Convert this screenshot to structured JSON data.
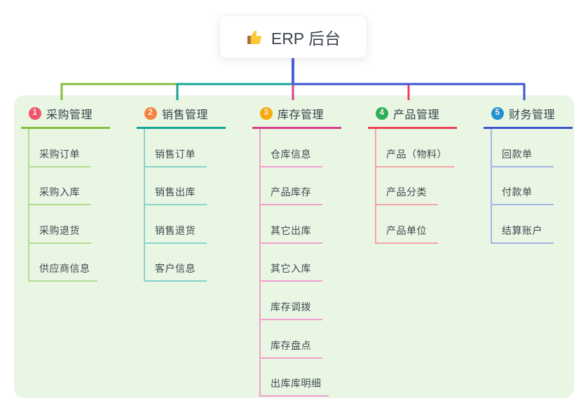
{
  "root": {
    "title": "ERP 后台",
    "icon": "thumbs-up",
    "stem_color": "#4a5fd8"
  },
  "panel": {
    "background": "#e9f6e3"
  },
  "branches": [
    {
      "num": "1",
      "label": "采购管理",
      "badge_color": "#f2556a",
      "line_color": "#84bf41",
      "light_color": "#b2dc92",
      "items": [
        "采购订单",
        "采购入库",
        "采购退货",
        "供应商信息"
      ]
    },
    {
      "num": "2",
      "label": "销售管理",
      "badge_color": "#f6823f",
      "line_color": "#16a596",
      "light_color": "#84d5cb",
      "items": [
        "销售订单",
        "销售出库",
        "销售退货",
        "客户信息"
      ]
    },
    {
      "num": "3",
      "label": "库存管理",
      "badge_color": "#f8a90b",
      "line_color": "#d6408f",
      "light_color": "#f09fce",
      "items": [
        "仓库信息",
        "产品库存",
        "其它出库",
        "其它入库",
        "库存调拨",
        "库存盘点",
        "出库库明细"
      ]
    },
    {
      "num": "4",
      "label": "产品管理",
      "badge_color": "#2fb056",
      "line_color": "#ee4056",
      "light_color": "#f8a3a8",
      "items": [
        "产品（物料）",
        "产品分类",
        "产品单位"
      ]
    },
    {
      "num": "5",
      "label": "财务管理",
      "badge_color": "#2191cf",
      "line_color": "#3a55cd",
      "light_color": "#a2b5e8",
      "items": [
        "回款单",
        "付款单",
        "结算账户"
      ]
    }
  ]
}
